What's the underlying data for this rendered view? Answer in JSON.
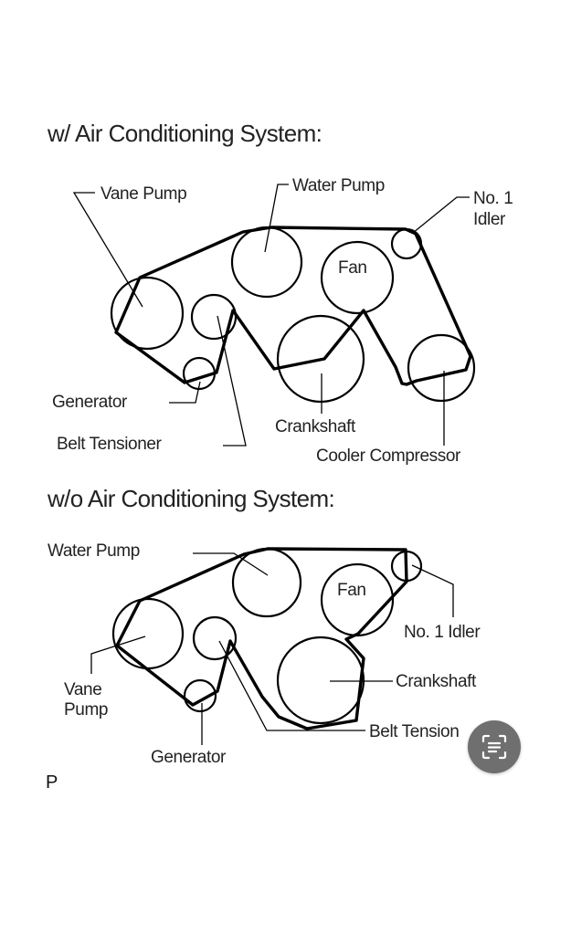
{
  "sections": [
    {
      "heading": "w/ Air Conditioning System:",
      "labels": {
        "vane_pump": "Vane Pump",
        "water_pump": "Water Pump",
        "idler_line1": "No. 1",
        "idler_line2": "Idler",
        "fan": "Fan",
        "generator": "Generator",
        "belt_tensioner": "Belt Tensioner",
        "crankshaft": "Crankshaft",
        "cooler_compressor": "Cooler Compressor"
      }
    },
    {
      "heading": "w/o Air Conditioning System:",
      "labels": {
        "water_pump": "Water Pump",
        "fan": "Fan",
        "idler": "No. 1 Idler",
        "vane_line1": "Vane",
        "vane_line2": "Pump",
        "crankshaft": "Crankshaft",
        "belt_tensioner": "Belt Tension",
        "generator": "Generator"
      }
    }
  ],
  "footer_mark": "P",
  "overlay": {
    "icon": "lens-scan-icon",
    "color": "#6f6f6f"
  }
}
